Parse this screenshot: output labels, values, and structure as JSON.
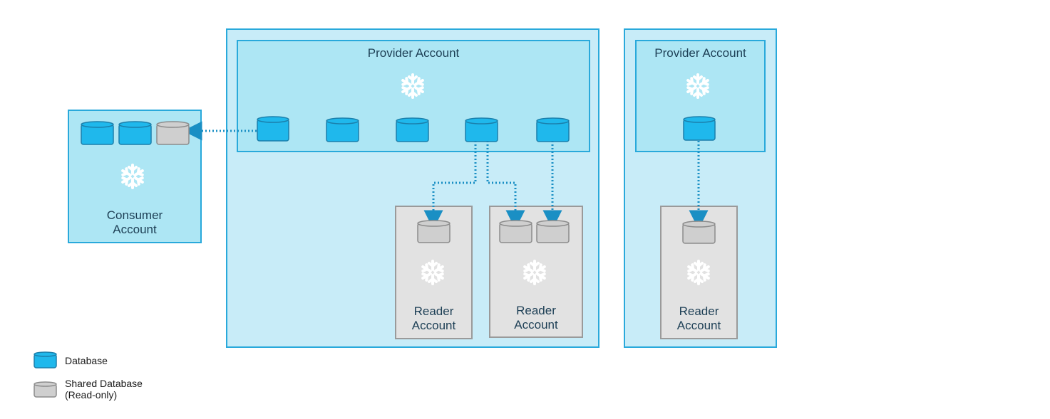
{
  "diagram": {
    "provider_account_1_label": "Provider Account",
    "provider_account_2_label": "Provider Account",
    "consumer_account_label": "Consumer\nAccount",
    "reader_account_1_label": "Reader\nAccount",
    "reader_account_2_label": "Reader\nAccount",
    "reader_account_3_label": "Reader\nAccount"
  },
  "legend": {
    "database_label": "Database",
    "shared_database_label": "Shared Database\n(Read-only)"
  },
  "colors": {
    "database": "#1fb8ec",
    "shared_database": "#cfcfcf",
    "arrow": "#1a8fc4",
    "account_border": "#29a9db"
  }
}
